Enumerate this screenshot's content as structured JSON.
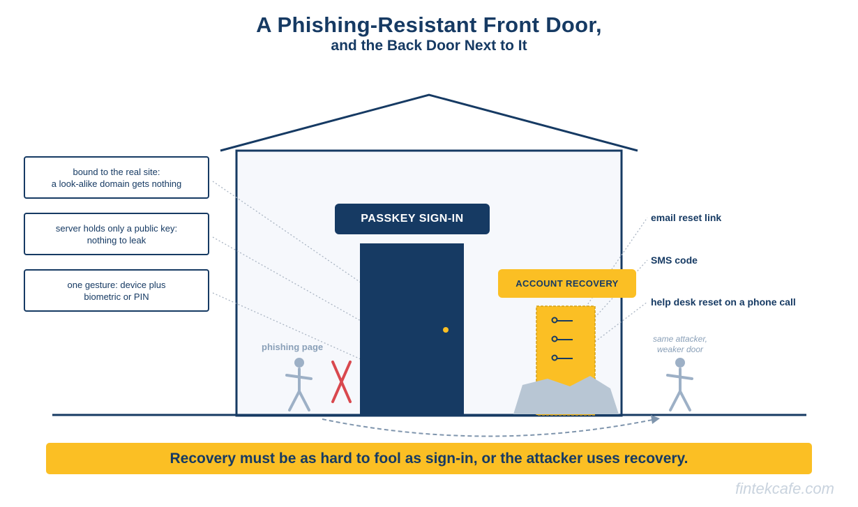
{
  "header": {
    "title": "A Phishing-Resistant Front Door,",
    "subtitle": "and the Back Door Next to It"
  },
  "callouts": [
    {
      "text": "bound to the real site:\na look-alike domain gets nothing"
    },
    {
      "text": "server holds only a public key:\nnothing to leak"
    },
    {
      "text": "one gesture: device plus\nbiometric or PIN"
    }
  ],
  "front_door": {
    "label": "PASSKEY SIGN-IN"
  },
  "back_door": {
    "label": "ACCOUNT RECOVERY"
  },
  "bypass_methods": [
    {
      "text": "email reset link"
    },
    {
      "text": "SMS code"
    },
    {
      "text": "help desk reset on a phone call"
    }
  ],
  "phishing": {
    "label": "phishing page"
  },
  "attacker": {
    "note": "same attacker,\nweaker door"
  },
  "banner": {
    "text": "Recovery must be as hard to fool as sign-in, or the attacker uses recovery."
  },
  "watermark": {
    "text": "fintekcafe.com"
  },
  "colors": {
    "navy": "#163a63",
    "amber": "#fbbf24",
    "house_fill": "#f6f8fc",
    "slate": "#9db0c6",
    "rubble": "#b8c6d4",
    "cross_red": "#d9484e"
  },
  "icons": [
    "person-icon",
    "cross-icon",
    "door-knob-icon",
    "key-hole-icon",
    "rubble-icon"
  ]
}
